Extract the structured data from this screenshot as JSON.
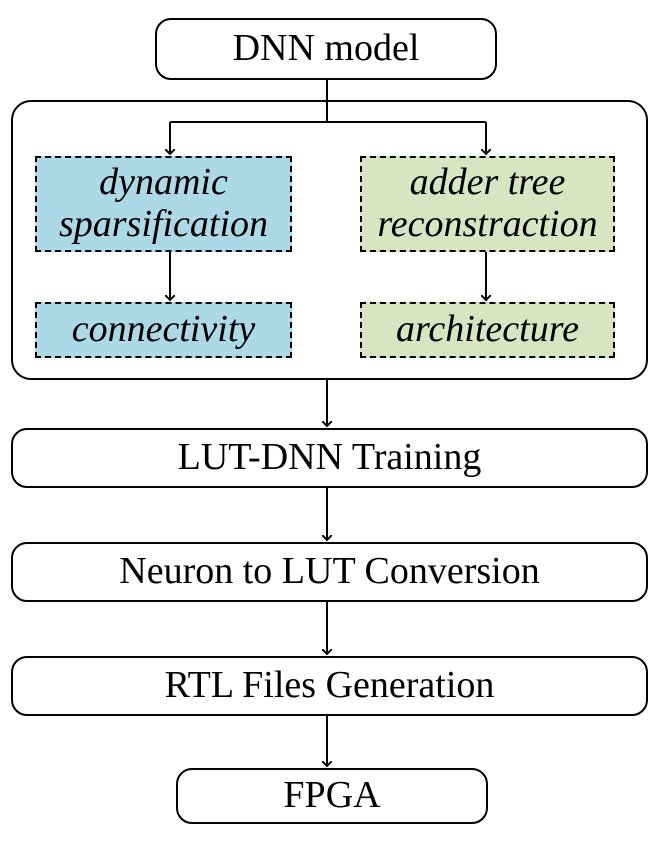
{
  "diagram": {
    "input": "DNN model",
    "left_branch": {
      "top_lines": [
        "dynamic",
        "sparsification"
      ],
      "bottom": "connectivity",
      "fill": "#add8e6"
    },
    "right_branch": {
      "top_lines": [
        "adder tree",
        "reconstraction"
      ],
      "bottom": "architecture",
      "fill": "#d9e4c2"
    },
    "steps": [
      "LUT-DNN Training",
      "Neuron to LUT Conversion",
      "RTL Files Generation"
    ],
    "output": "FPGA"
  }
}
